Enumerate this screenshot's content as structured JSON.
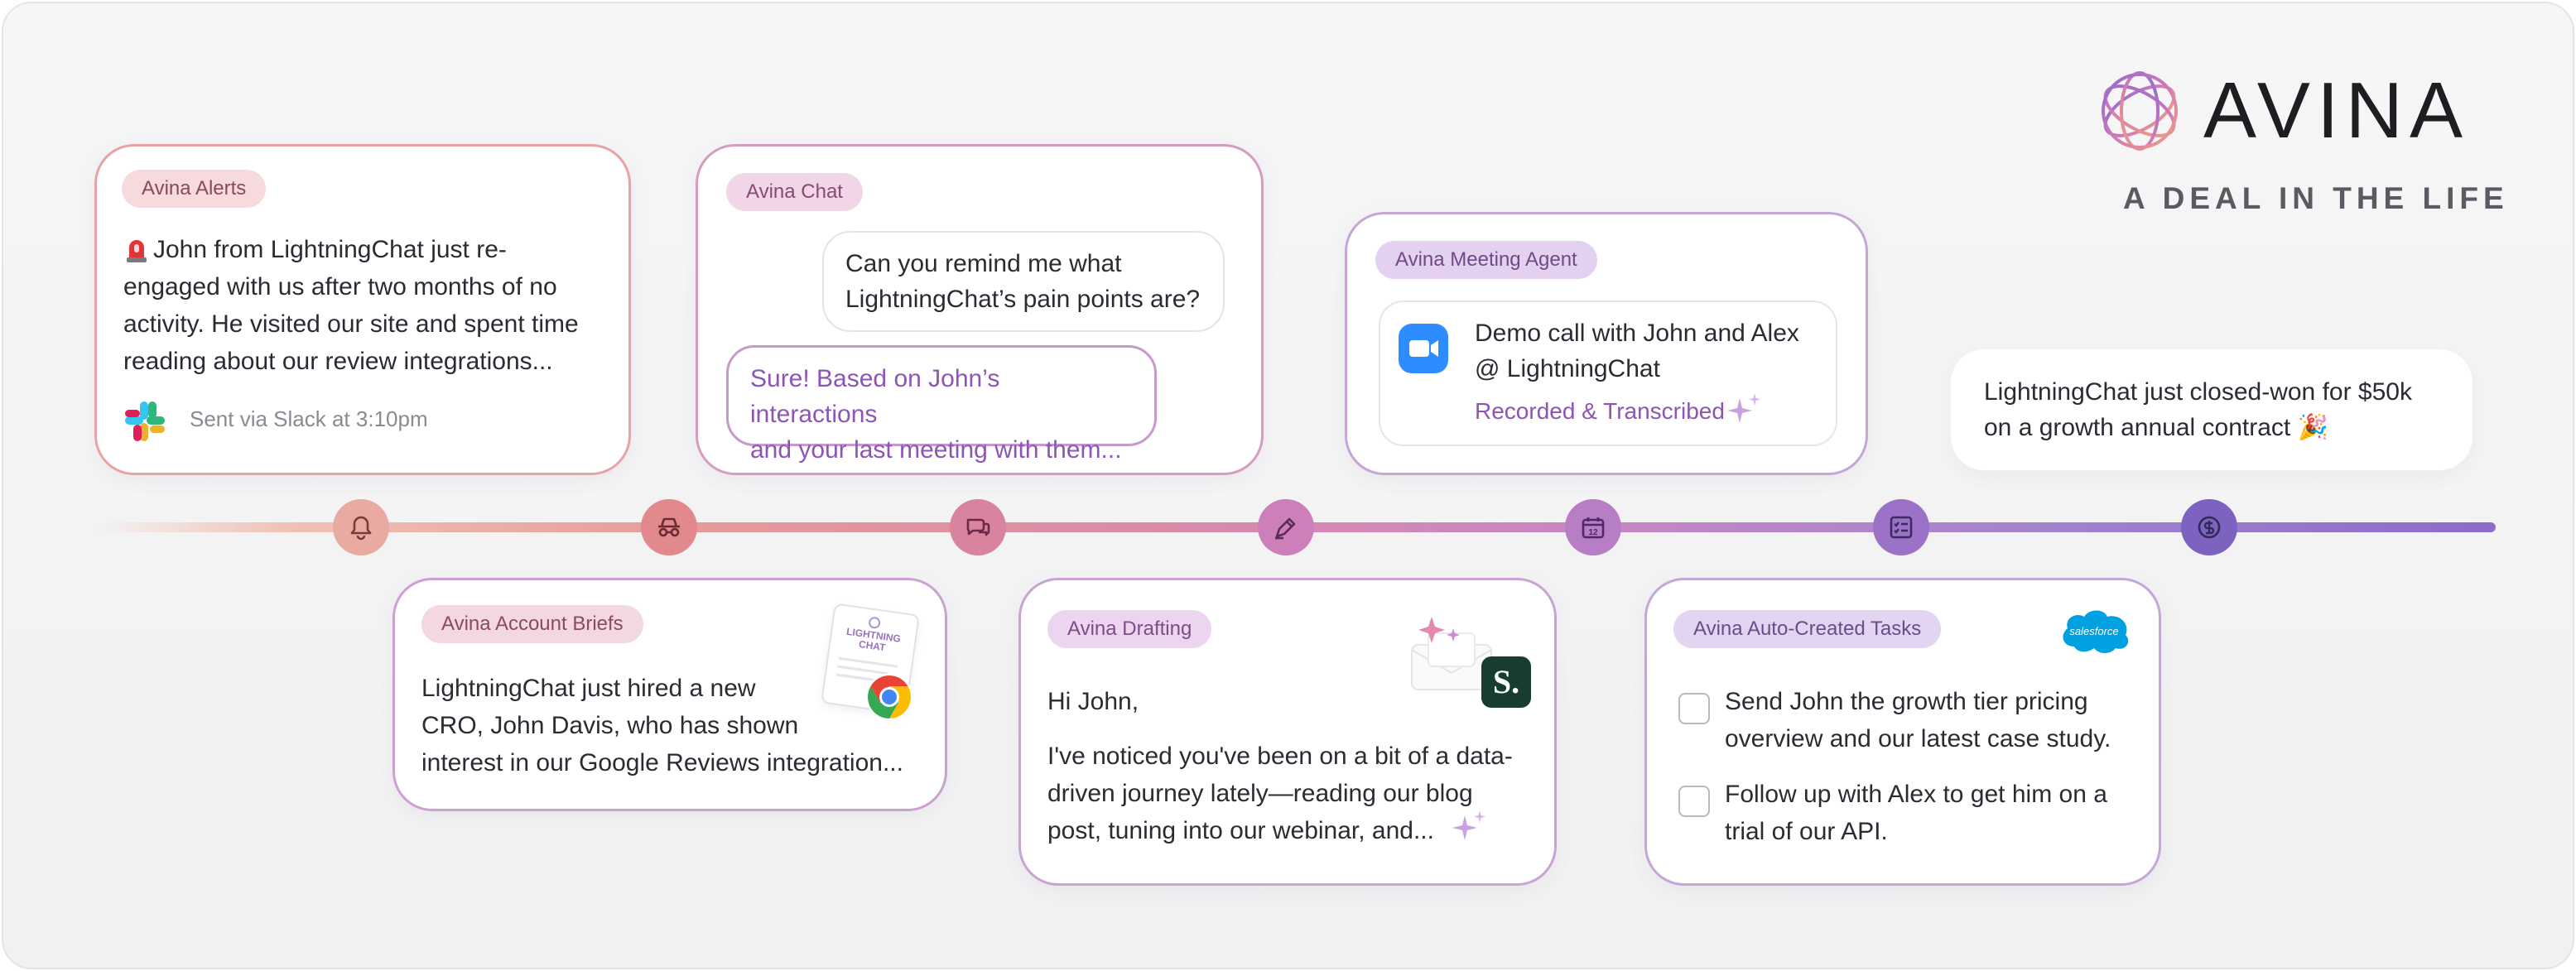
{
  "brand": {
    "name": "AVINA",
    "tagline": "A DEAL IN THE LIFE"
  },
  "cards": {
    "alerts": {
      "tag": "Avina Alerts",
      "text_line1": "John from LightningChat just re-",
      "text_line2": "engaged with us after two months of no",
      "text_line3": "activity. He visited our site and spent time",
      "text_line4": "reading about our review integrations...",
      "footer": "Sent via Slack at 3:10pm",
      "icons": [
        "siren-icon",
        "slack-icon"
      ]
    },
    "chat": {
      "tag": "Avina Chat",
      "question_line1": "Can you remind me what",
      "question_line2": "LightningChat’s pain points are?",
      "answer_line1": "Sure! Based on John’s interactions",
      "answer_line2": "and your last meeting with them..."
    },
    "meeting": {
      "tag": "Avina Meeting Agent",
      "title_line1": "Demo call with John and Alex",
      "title_line2": "@ LightningChat",
      "status": "Recorded & Transcribed",
      "icons": [
        "zoom-icon",
        "sparkle-icon"
      ]
    },
    "closed": {
      "line1": "LightningChat just closed-won for $50k",
      "line2": "on a growth annual contract",
      "emoji": "🎉"
    },
    "briefs": {
      "tag": "Avina Account Briefs",
      "text_line1": "LightningChat just hired a new",
      "text_line2": "CRO, John Davis, who has shown",
      "text_line3": "interest in our Google Reviews integration...",
      "doc_label_line1": "LIGHTNING",
      "doc_label_line2": "CHAT",
      "icons": [
        "document-icon",
        "chrome-icon"
      ]
    },
    "drafting": {
      "tag": "Avina Drafting",
      "greeting": "Hi John,",
      "text_line1": "I've noticed you've been on a bit of a data-",
      "text_line2": "driven journey lately—reading our blog",
      "text_line3": "post, tuning into our webinar, and...",
      "badge_letter": "S.",
      "icons": [
        "envelope-icon",
        "sparkle-icon"
      ]
    },
    "tasks": {
      "tag": "Avina Auto-Created Tasks",
      "items": [
        {
          "line1": "Send John the growth tier pricing",
          "line2": "overview and our latest case study."
        },
        {
          "line1": "Follow up with Alex to get him on a",
          "line2": "trial of our API."
        }
      ],
      "salesforce_label": "salesforce"
    }
  },
  "timeline": {
    "nodes": [
      {
        "icon": "bell-icon",
        "color": "#e9aaa2"
      },
      {
        "icon": "incognito-icon",
        "color": "#e1898d"
      },
      {
        "icon": "chat-bubbles-icon",
        "color": "#d9839f"
      },
      {
        "icon": "pen-icon",
        "color": "#cc7fb8"
      },
      {
        "icon": "calendar-icon",
        "color": "#b77dc5"
      },
      {
        "icon": "checklist-icon",
        "color": "#9b72c8"
      },
      {
        "icon": "dollar-icon",
        "color": "#7e62c0"
      }
    ],
    "calendar_day": "12"
  },
  "colors": {
    "ink": "#1d1d22",
    "purple_text": "#8d55b5"
  }
}
